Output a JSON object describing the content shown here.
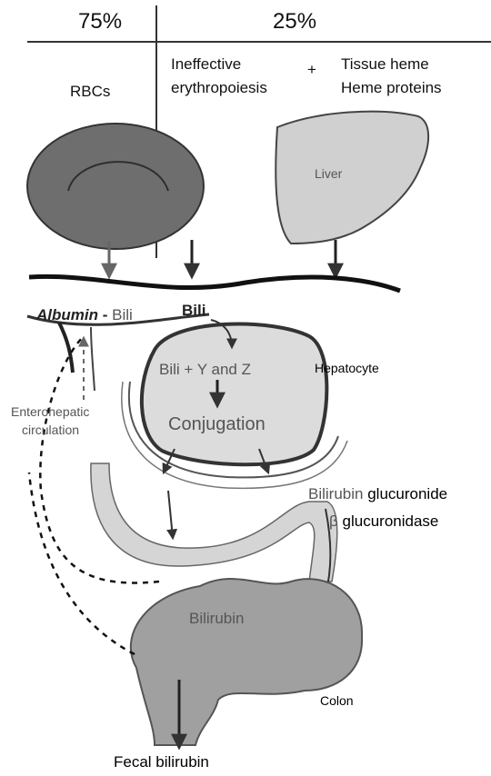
{
  "header": {
    "pct_left": "75%",
    "pct_right": "25%",
    "source_rbc": "RBCs",
    "source_ineffective_1": "Ineffective",
    "source_ineffective_2": "erythropoiesis",
    "plus_sign": "+",
    "source_tissue_1": "Tissue heme",
    "source_tissue_2": "Heme proteins"
  },
  "organs": {
    "liver": "Liver",
    "hepatocyte": "Hepatocyte",
    "colon": "Colon"
  },
  "blood": {
    "albumin": "Albumin",
    "dash": " - ",
    "bili_bound": "Bili",
    "bili_free": "Bili"
  },
  "hepatocyte_box": {
    "binding": "Bili + Y and Z",
    "conjugation": "Conjugation"
  },
  "enterohepatic": {
    "line1": "Enterohepatic",
    "line2": "circulation"
  },
  "intestine": {
    "glucuronide_a": "Bilirubin",
    "glucuronide_b": "glucuronide",
    "enzyme_symbol": "β",
    "enzyme": "glucuronidase",
    "colon_content": "Bilirubin"
  },
  "output": {
    "fecal": "Fecal bilirubin"
  }
}
